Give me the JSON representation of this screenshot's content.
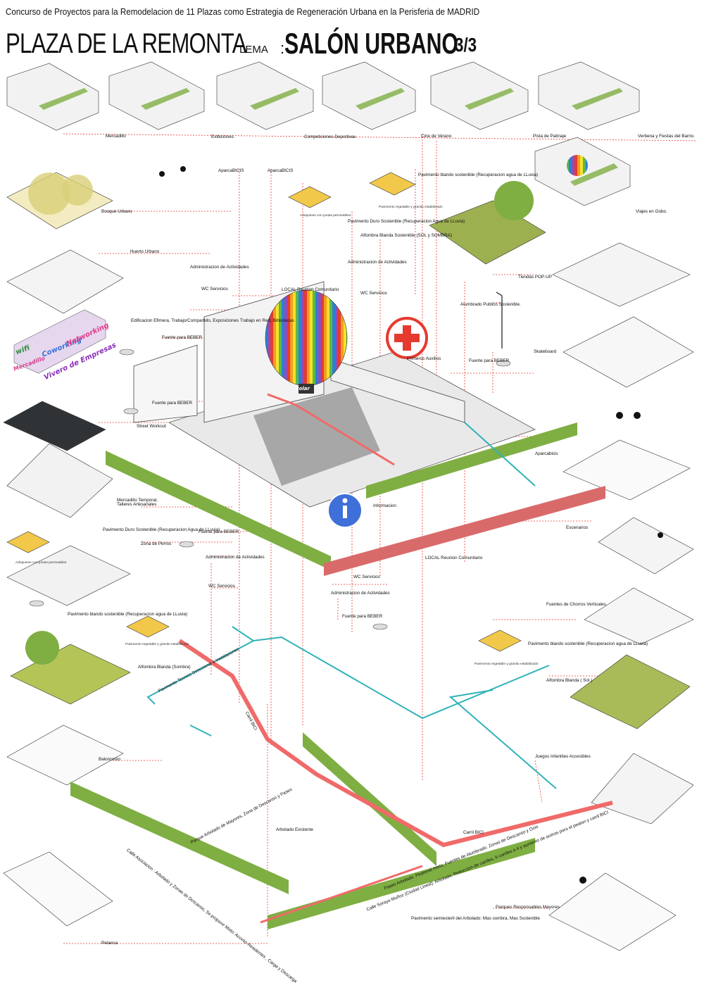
{
  "header": {
    "contest": "Concurso de Proyectos para la Remodelacion de 11 Plazas como Estrategia  de Regeneración Urbana en la Perisferia de MADRID",
    "title": "PLAZA DE LA REMONTA",
    "lema_label": "LEMA",
    "colon": ":",
    "subtitle": "SALÓN  URBANO",
    "sheet": "3/3"
  },
  "events": [
    "Mercadillo",
    "Exibiciones",
    "Competiciones Deportivas",
    "Cine de Verano",
    "Pista de Patinaje",
    "Verbena y Fiestas del Barrio.",
    "Viajes en Gobo."
  ],
  "labels": {
    "aparcabicis": "AparcaBICIS",
    "bosque_urbano": "Bosque Urbano",
    "huerto_urbano": "Huerto Urbano",
    "admin_actividades": "Administracion de Actividades",
    "wc_servicios": "WC Servicios",
    "local_reunion": "LOCAL Reunion Comunitario",
    "pav_blando_agua": "Pavimento blando sostenible (Recuperacion agua de LLuvia)",
    "pav_blando_agua_b": "Pavimento blando sostenible (Recuperacion agua de LLuvia)",
    "pav_blando_agua_c": "Pavimento blando sostenible (Recuperacion agua de LLuvia)",
    "pav_duro_agua": "Pavimento Duro Sostenible (Recuperacion Agua de LLuvia)",
    "pav_duro_agua_b": "Pavimento Duro Sostenible (Recuperacion Agua de LLuvia)",
    "alfombra_sol_sombra": "Alfombra Blanda Sostenible (SOL y SOMBRA)",
    "edificacion_efimera": "Edificacion Efimera, Trabajo/Compartido, Exposiciones Trabajo en Red, Bibliotecas",
    "tiendas_popup": "Tiendas POP-UP",
    "alumbrado": "Alumbrado  Publico Sostenible.",
    "primeros_auxilios": "Primeros Auxilios",
    "fuente_beber": "Fuente para BEBER",
    "skateboard": "Skateboard",
    "street_workout": "Street Workout",
    "mercadillo_temporal": "Mercadillo Temporal, Talleres Artesanales",
    "aparcabicis2": "Aparcabicis",
    "informacion": "Informacion",
    "zona_perros": "Zona de Perros",
    "escenarios": "Escenarios",
    "fuentes_chorros": "Fuentes de Chorros Verticales",
    "alfombra_sombra": "Alfombra Blanda  (Sombra)",
    "alfombra_sol": "Alfombra Blanda  ( Sol )",
    "carril_bici": "Carril BICI",
    "baloncesto": "Baloncesto",
    "juegos_infantiles": "Juegos Infantiles Accesibles",
    "arbolado_existente": "Arbolado Existente",
    "parques_mayores": "Parques Responsables Mayores",
    "pav_semiesteril": "Pavimento semiesteril del Arbolado: Mas sombra, Mas Sostenible",
    "petanca": "Petanca",
    "pav_tecnico": "Pavimento Tecnico Direccional  e Instalaciones",
    "calle_asociacion": "Calle Asociacion : Arbolado y Zonas de Descanso, Se propone Mixto: Acceso Residentes , Carga y Descarga",
    "calle_mixta": "Calle Soraya Muñoz  (Ciudad Lineal): Arbolado, Reduccion de carriles, 6 carriles a 4 y aumento de aceras para el peaton y carril BICI",
    "paseo_arbolado": "Paseo Arbolado: Peatonal mixto, Fuentes de Alumbrado. Zonas de Descanso y Ocio",
    "parque_arbolado": "Parque Arbolado de Mayores, Zona de Descanso y Paseo",
    "paviment_caption": "Pavimento regetable y granito estabilizado",
    "adoquines_caption": "Adoquines con juntas permeables"
  },
  "sign_words": [
    "wifi",
    "Coworking",
    "Networking",
    "Mercadillo",
    "Vivero de Empresas"
  ],
  "balloon_text": "volar",
  "colors": {
    "red_guides": "#e8372f",
    "bike_lane": "#f06a6a",
    "water_lines": "#2fb3b8",
    "grass": "#8fa54a",
    "trees": "#7fae43",
    "tree_pink": "#d96a6a"
  }
}
